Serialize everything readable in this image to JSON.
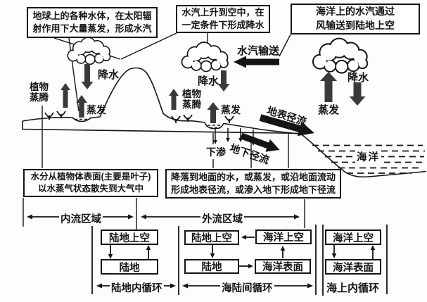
{
  "top_boxes": {
    "box1": {
      "line1": "地球上的各种水体，在太阳辐",
      "line2": "射作用下大量蒸发，形成水汽"
    },
    "box2": {
      "line1": "水汽上升到空中，在",
      "line2": "一定条件下形成降水"
    },
    "box3": {
      "line1": "海洋上的水汽通过",
      "line2": "风输送到陆地上空"
    }
  },
  "diagram_labels": {
    "plant_transpiration_line1": "植物",
    "plant_transpiration_line2": "蒸腾",
    "precipitation": "降水",
    "evaporation": "蒸发",
    "vapor_transport": "水汽输送",
    "surface_runoff": "地表径流",
    "infiltration": "下渗",
    "underground_runoff": "地下径流",
    "ocean": "海洋"
  },
  "description_boxes": {
    "left": {
      "line1": "水分从植物体表面(主要是叶子)",
      "line2": "以水蒸气状态散失到大气中"
    },
    "middle": {
      "line1": "降落到地面的水，或蒸发，或沿地面流动",
      "line2": "形成地表径流，或渗入地下形成地下径流"
    }
  },
  "regions": {
    "inland": "内流区域",
    "exorheic": "外流区域"
  },
  "flowchart": {
    "land_sky": "陆地上空",
    "land": "陆地",
    "ocean_sky": "海洋上空",
    "ocean_surface": "海洋表面",
    "land_cycle": "陆地内循环",
    "sea_land_cycle": "海陆间循环",
    "sea_cycle": "海上内循环"
  },
  "colors": {
    "ink": "#141414",
    "arrow_gray": "#3a3a3a",
    "background": "#ffffff"
  }
}
